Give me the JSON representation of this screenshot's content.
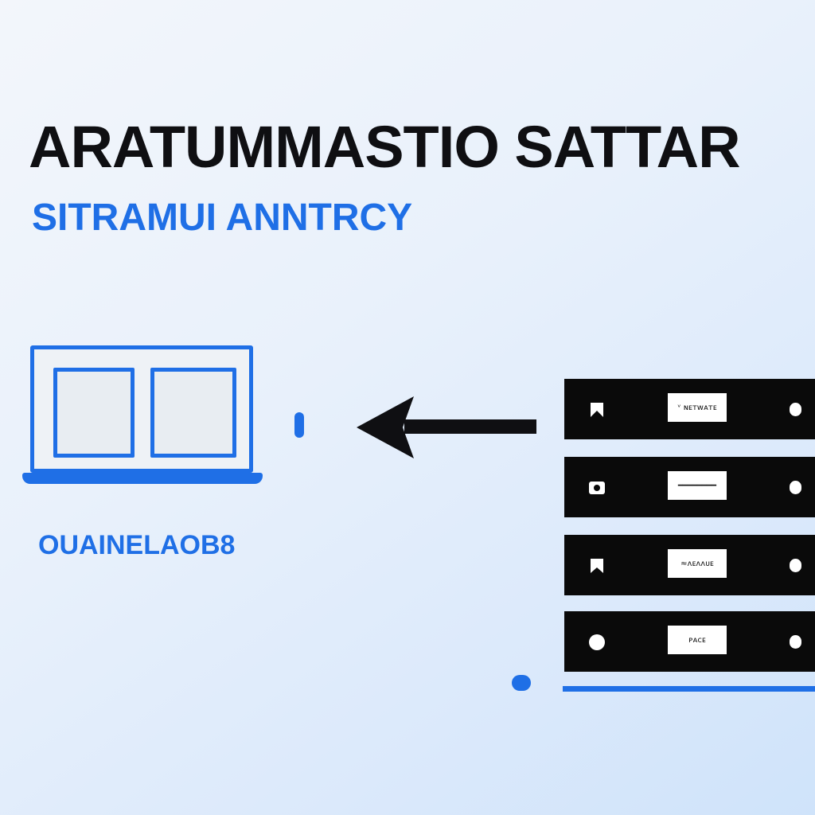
{
  "header": {
    "title": "ARATUMMASTIO SATTAR",
    "subtitle": "SITRAMUI ANNTRCY"
  },
  "client": {
    "label": "OUAINELAOB8",
    "icon": "laptop-icon"
  },
  "server": {
    "icon": "server-rack-icon",
    "units": [
      {
        "panel_text": "ᵛ ɴᴇᴛᴡᴀᴛᴇ",
        "left_icon": "bookmark-icon"
      },
      {
        "panel_text": "━━━━━━━━",
        "left_icon": "drive-icon"
      },
      {
        "panel_text": "≈ᴧᴇᴧʌᴜᴇ",
        "left_icon": "bookmark-icon"
      },
      {
        "panel_text": "ᴘᴀᴄᴇ",
        "left_icon": "power-icon"
      }
    ]
  },
  "connector": {
    "direction": "server-to-client",
    "icon": "arrow-left-icon"
  },
  "colors": {
    "accent": "#1f6fe6",
    "text_dark": "#0f0f12",
    "server_body": "#0a0a0a",
    "background_top": "#f3f6fb",
    "background_bottom": "#cfe3fa"
  }
}
